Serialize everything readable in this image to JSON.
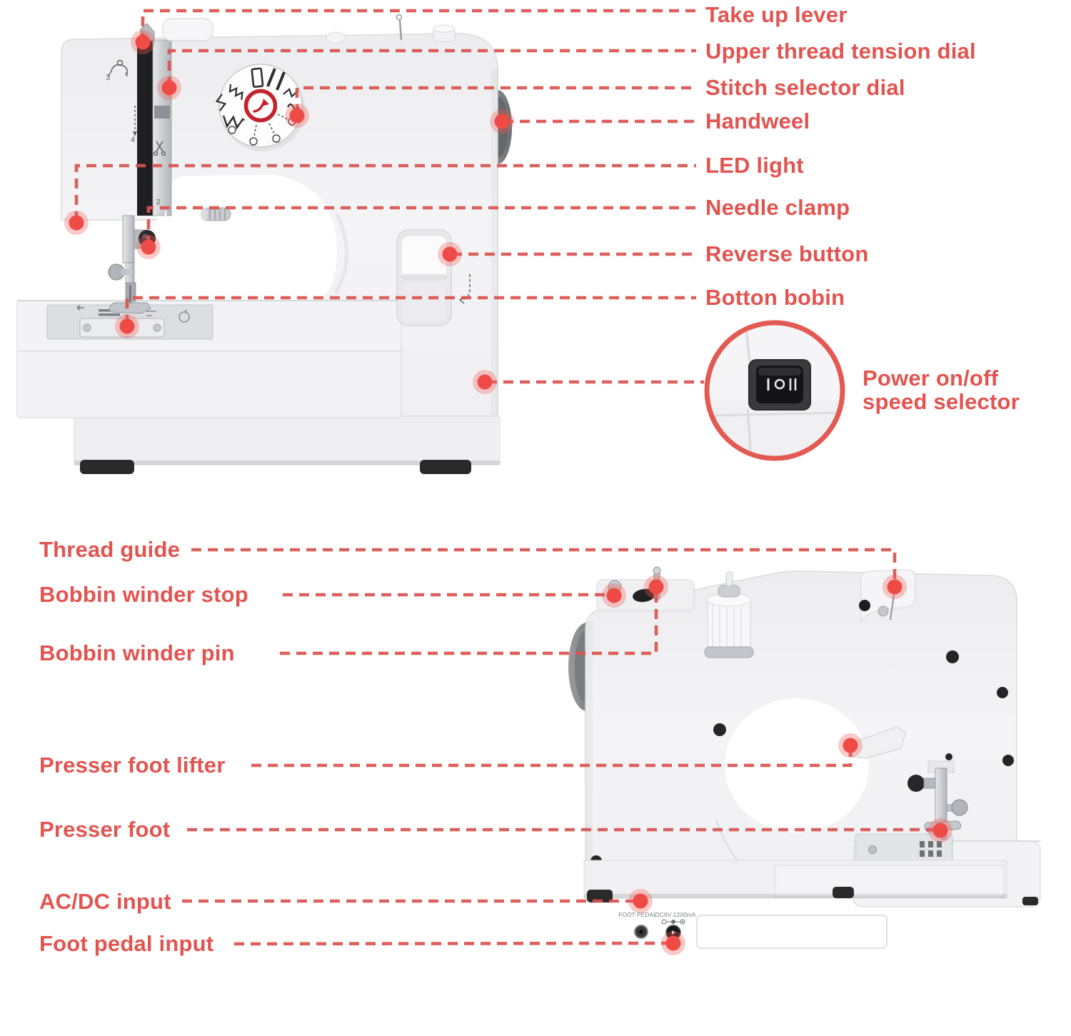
{
  "figure": {
    "type": "product-annotation-diagram",
    "subject": "mini sewing machine, front and back views",
    "front": {
      "labels": [
        "Take up lever",
        "Upper thread tension dial",
        "Stitch selector dial",
        "Handweel",
        "LED light",
        "Needle clamp",
        "Reverse button",
        "Botton bobin"
      ],
      "power_label_line1": "Power on/off",
      "power_label_line2": "speed selector",
      "switch_icon": "rocker-switch I O II"
    },
    "back": {
      "labels": [
        "Thread guide",
        "Bobbin winder stop",
        "Bobbin winder pin",
        "Presser foot lifter",
        "Presser foot",
        "AC/DC input",
        "Foot pedal input"
      ],
      "panel": {
        "foot_pedal": "FOOT PEDAL",
        "dc_rating": "DC6V 1200mA"
      }
    },
    "colors": {
      "label_red": "#e25450",
      "leader_red": "#da5450",
      "dot_red": "#ee4b47",
      "dial_ring_red": "#c2242b",
      "machine_body": "#f2f2f4",
      "switch_black": "#141416"
    }
  }
}
